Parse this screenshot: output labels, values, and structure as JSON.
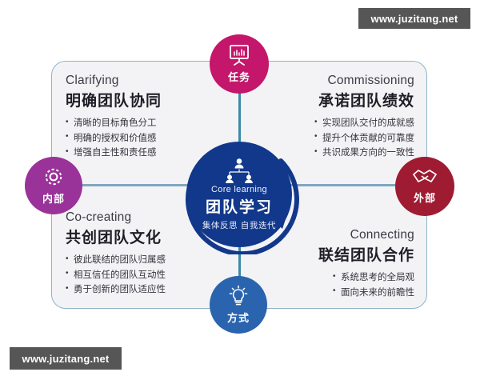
{
  "watermarks": {
    "top_right": "www.juzitang.net",
    "bottom_left": "www.juzitang.net"
  },
  "core": {
    "icon": "team-hierarchy-icon",
    "english": "Core learning",
    "chinese": "团队学习",
    "subtitle": "集体反思 自我迭代",
    "color": "#11388b"
  },
  "badges": [
    {
      "id": "task",
      "label": "任务",
      "icon": "presentation-chart-icon",
      "color": "#c4166b",
      "position": "top"
    },
    {
      "id": "internal",
      "label": "内部",
      "icon": "gear-icon",
      "color": "#993399",
      "position": "left"
    },
    {
      "id": "external",
      "label": "外部",
      "icon": "handshake-icon",
      "color": "#9e1b32",
      "position": "right"
    },
    {
      "id": "method",
      "label": "方式",
      "icon": "lightbulb-icon",
      "color": "#2a63ae",
      "position": "bottom"
    }
  ],
  "quadrants": {
    "top_left": {
      "english": "Clarifying",
      "chinese": "明确团队协同",
      "bullets": [
        "清晰的目标角色分工",
        "明确的授权和价值感",
        "增强自主性和责任感"
      ]
    },
    "top_right": {
      "english": "Commissioning",
      "chinese": "承诺团队绩效",
      "bullets": [
        "实现团队交付的成就感",
        "提升个体贡献的可靠度",
        "共识成果方向的一致性"
      ]
    },
    "bottom_left": {
      "english": "Co-creating",
      "chinese": "共创团队文化",
      "bullets": [
        "彼此联结的团队归属感",
        "相互信任的团队互动性",
        "勇于创新的团队适应性"
      ]
    },
    "bottom_right": {
      "english": "Connecting",
      "chinese": "联结团队合作",
      "bullets": [
        "系统思考的全局观",
        "面向未来的前瞻性"
      ]
    }
  },
  "colors": {
    "frame_border": "#8fb3c7",
    "frame_background": "#f3f3f6",
    "divider_horizontal": "#7fa8c0",
    "divider_vertical": "#3a8aa8",
    "page_background": "#ffffff",
    "watermark_background": "#565656"
  }
}
